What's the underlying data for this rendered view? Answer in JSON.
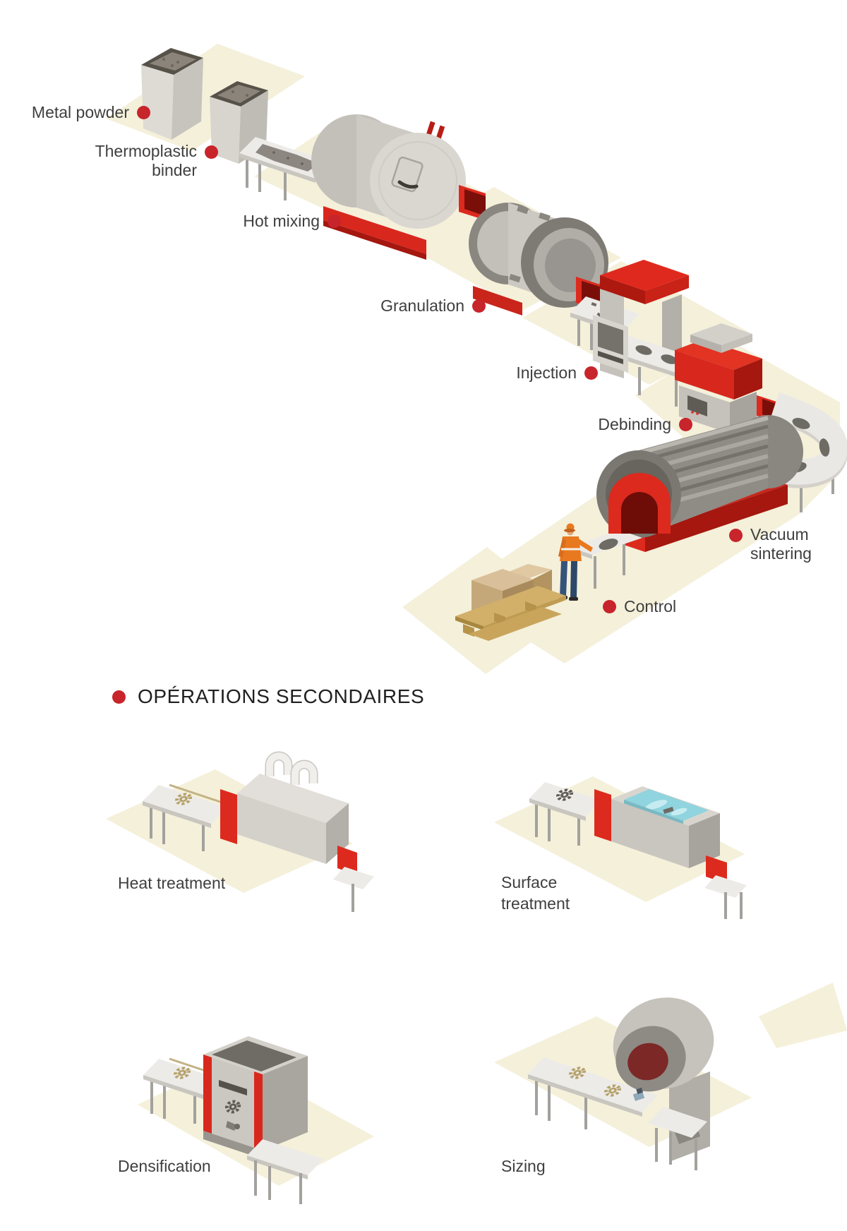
{
  "colors": {
    "accent_red": "#dd2a1e",
    "accent_red_dark": "#a5170f",
    "marker_red": "#c8242b",
    "floor_yellow": "#f4f0da",
    "machine_gray": "#d4d1cb",
    "belt_white": "#edebe8",
    "water_blue": "#8fd4de",
    "label_text": "#3f3f3f",
    "heading_text": "#202020"
  },
  "primary": {
    "labels": {
      "metal_powder": "Metal powder",
      "thermoplastic_line1": "Thermoplastic",
      "thermoplastic_line2": "binder",
      "hot_mixing": "Hot mixing",
      "granulation": "Granulation",
      "injection": "Injection",
      "debinding": "Debinding",
      "vacuum_line1": "Vacuum",
      "vacuum_line2": "sintering",
      "control": "Control"
    }
  },
  "secondary": {
    "heading": "OPÉRATIONS SECONDAIRES",
    "labels": {
      "heat_treatment": "Heat treatment",
      "surface_line1": "Surface",
      "surface_line2": "treatment",
      "densification": "Densification",
      "sizing": "Sizing"
    }
  }
}
